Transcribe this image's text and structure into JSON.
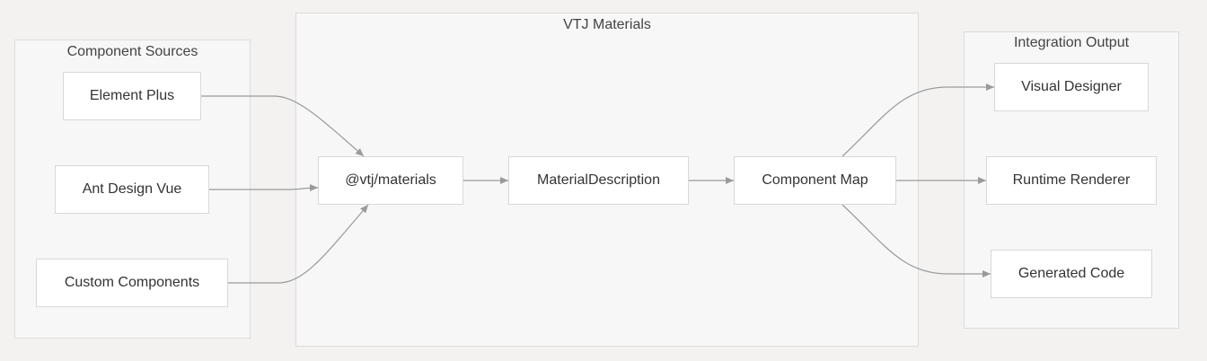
{
  "clusters": {
    "sources": {
      "title": "Component Sources"
    },
    "materials": {
      "title": "VTJ Materials"
    },
    "output": {
      "title": "Integration Output"
    }
  },
  "nodes": {
    "element_plus": "Element Plus",
    "ant_design_vue": "Ant Design Vue",
    "custom_components": "Custom Components",
    "vtj_materials": "@vtj/materials",
    "material_description": "MaterialDescription",
    "component_map": "Component Map",
    "visual_designer": "Visual Designer",
    "runtime_renderer": "Runtime Renderer",
    "generated_code": "Generated Code"
  },
  "edges": [
    {
      "from": "element_plus",
      "to": "vtj_materials"
    },
    {
      "from": "ant_design_vue",
      "to": "vtj_materials"
    },
    {
      "from": "custom_components",
      "to": "vtj_materials"
    },
    {
      "from": "vtj_materials",
      "to": "material_description"
    },
    {
      "from": "material_description",
      "to": "component_map"
    },
    {
      "from": "component_map",
      "to": "visual_designer"
    },
    {
      "from": "component_map",
      "to": "runtime_renderer"
    },
    {
      "from": "component_map",
      "to": "generated_code"
    }
  ],
  "colors": {
    "background": "#f3f2f1",
    "cluster_fill": "#f7f7f7",
    "node_fill": "#ffffff",
    "edge": "#9a9a9a"
  }
}
